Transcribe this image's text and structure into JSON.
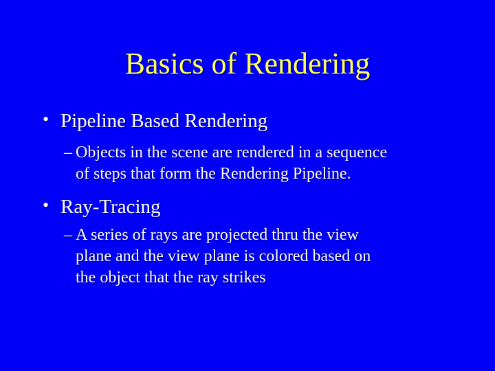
{
  "slide": {
    "title": "Basics of Rendering",
    "colors": {
      "background": "#0000f8",
      "title_text": "#ffff55",
      "body_text": "#fffff6"
    },
    "bullet_char": "•",
    "dash_char": "–",
    "bullets": [
      {
        "label": "Pipeline Based Rendering",
        "sub_lines": [
          "Objects in the scene are rendered in a sequence",
          "of steps that form the Rendering Pipeline."
        ]
      },
      {
        "label": "Ray-Tracing",
        "sub_lines": [
          "A series of rays are projected thru the view",
          "plane and the view plane is colored based on",
          "the object that the ray strikes"
        ]
      }
    ]
  }
}
